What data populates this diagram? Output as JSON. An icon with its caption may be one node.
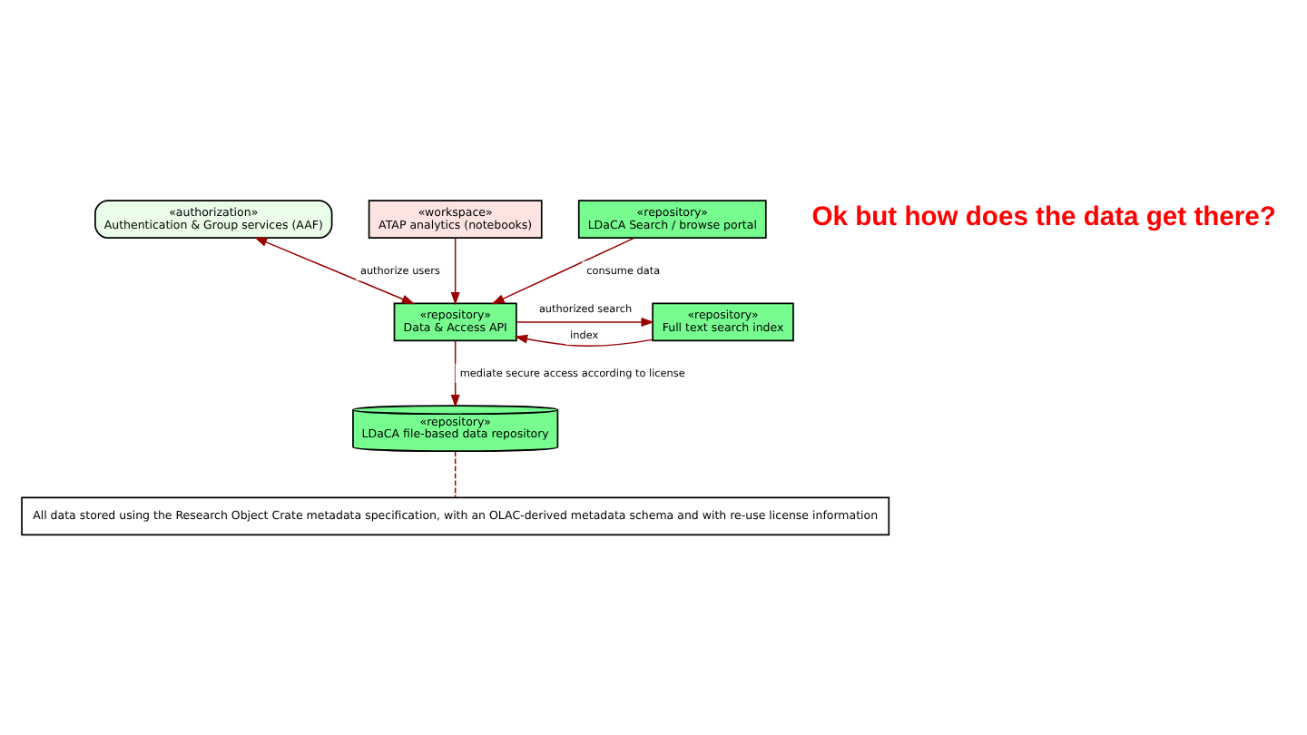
{
  "diagram": {
    "nodes": [
      {
        "text": [
          "«authorization»",
          "Authentication & Group services (AAF)"
        ]
      },
      {
        "text": [
          "«workspace»",
          "ATAP analytics (notebooks)"
        ]
      },
      {
        "text": [
          "«repository»",
          "LDaCA Search / browse portal"
        ]
      },
      {
        "text": [
          "«repository»",
          "Full text search index"
        ]
      },
      {
        "text": [
          "«repository»",
          "Data & Access API"
        ]
      },
      {
        "text": [
          "«repository»",
          "LDaCA file-based data repository"
        ]
      },
      {
        "text": [
          "All data stored using the Research Object Crate metadata specification, with an OLAC-derived metadata schema and with re-use license information"
        ]
      }
    ],
    "edges": [
      {
        "from": 0,
        "to": 4,
        "arrow": "both",
        "label": "authorize users"
      },
      {
        "from": 1,
        "to": 4,
        "arrow": "to"
      },
      {
        "from": 2,
        "to": 4,
        "arrow": "to",
        "label": "consume data"
      },
      {
        "from": 4,
        "to": 3,
        "arrow": "to",
        "label": "authorized search"
      },
      {
        "from": 3,
        "to": 4,
        "arrow": "to",
        "label": "index"
      },
      {
        "from": 4,
        "to": 5,
        "arrow": "to",
        "label": "mediate secure access according to license"
      },
      {
        "from": 5,
        "to": 6,
        "arrow": "none",
        "style": "dashed"
      }
    ],
    "labels": [
      "Ok but how does the data get there?"
    ]
  }
}
